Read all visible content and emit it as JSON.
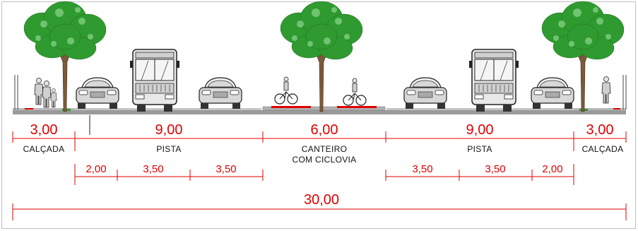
{
  "section": {
    "segments": [
      {
        "value": "3,00",
        "label": "CALÇADA"
      },
      {
        "value": "9,00",
        "label": "PISTA"
      },
      {
        "value": "6,00",
        "label_line1": "CANTEIRO",
        "label_line2": "COM CICLOVIA"
      },
      {
        "value": "9,00",
        "label": "PISTA"
      },
      {
        "value": "3,00",
        "label": "CALÇADA"
      }
    ],
    "left_lanes": [
      "2,00",
      "3,50",
      "3,50"
    ],
    "right_lanes": [
      "3,50",
      "3,50",
      "2,00"
    ],
    "total": "30,00"
  },
  "colors": {
    "dimension": "#e00000",
    "tree_foliage": "#2f9a2f",
    "pavement": "#9a9a9a",
    "bike_lane": "#e00000"
  },
  "icons": [
    "tree-icon",
    "bus-icon",
    "car-icon",
    "pedestrian-icon",
    "cyclist-icon"
  ]
}
